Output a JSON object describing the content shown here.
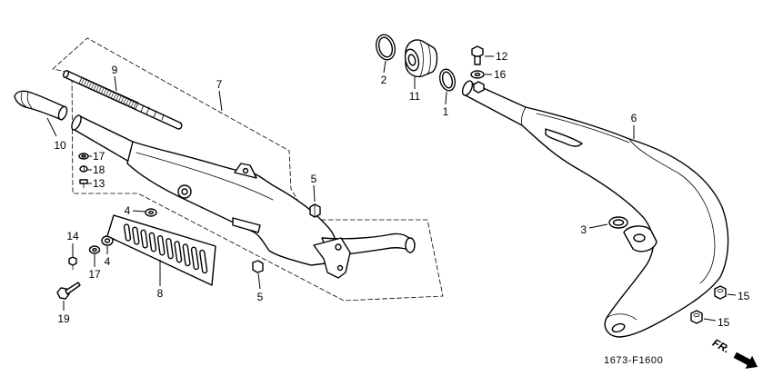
{
  "diagram": {
    "callouts": [
      "9",
      "7",
      "10",
      "17",
      "18",
      "13",
      "5",
      "4",
      "14",
      "17",
      "4",
      "8",
      "19",
      "5",
      "2",
      "11",
      "1",
      "12",
      "16",
      "6",
      "3",
      "15",
      "15"
    ],
    "diagram_code": "1673-F1600",
    "front_indicator": "FR."
  }
}
